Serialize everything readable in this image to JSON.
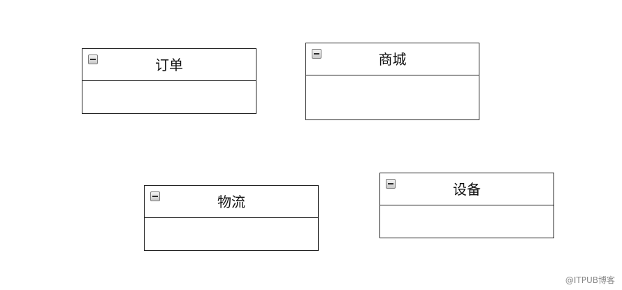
{
  "entities": [
    {
      "title": "订单"
    },
    {
      "title": "商城"
    },
    {
      "title": "物流"
    },
    {
      "title": "设备"
    }
  ],
  "icons": {
    "collapse": "minus-square-icon"
  },
  "watermark": "@ITPUB博客"
}
